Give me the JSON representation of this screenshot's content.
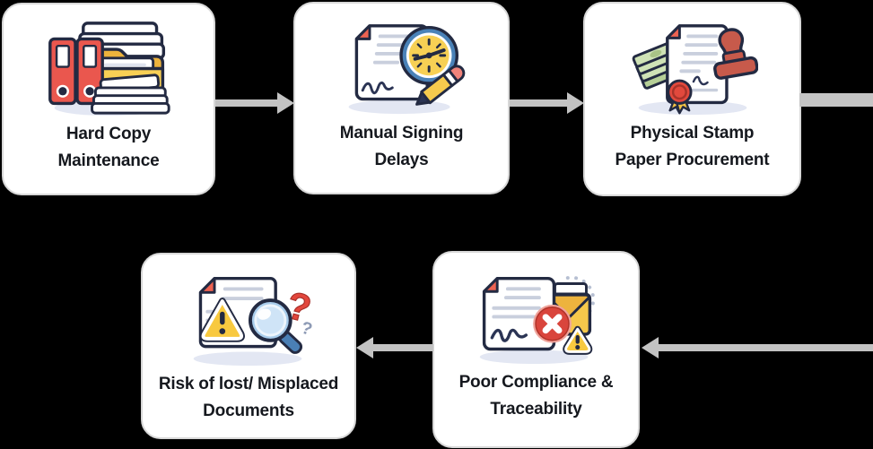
{
  "palette": {
    "background": "#000000",
    "card_background": "#ffffff",
    "card_border": "#d8d8d8",
    "connector": "#c3c3c3",
    "label_text": "#15181e",
    "outline_navy": "#232a42",
    "accent_red": "#e8544b",
    "accent_orange_red": "#ee6352",
    "accent_yellow": "#f7cd4f",
    "accent_amber": "#edb33e",
    "accent_blue": "#4a7fb5",
    "accent_green": "#cfe2b6",
    "shadow_lavender": "#e3e7f3"
  },
  "cards": [
    {
      "id": "hard-copy-maintenance",
      "label": "Hard Copy Maintenance",
      "line1": "Hard Copy",
      "line2": "Maintenance",
      "icon": "binders-folder-documents-icon"
    },
    {
      "id": "manual-signing-delays",
      "label": "Manual Signing Delays",
      "line1": "Manual Signing",
      "line2": "Delays",
      "icon": "document-clock-pencil-icon"
    },
    {
      "id": "physical-stamp-paper-procurement",
      "label": "Physical Stamp Paper Procurement",
      "line1": "Physical Stamp",
      "line2": "Paper Procurement",
      "icon": "money-document-stamp-seal-icon"
    },
    {
      "id": "risk-of-lost-misplaced-documents",
      "label": "Risk of lost/ Misplaced Documents",
      "line1": "Risk of lost/ Misplaced",
      "line2": "Documents",
      "icon": "document-warning-magnifier-question-icon"
    },
    {
      "id": "poor-compliance-traceability",
      "label": "Poor Compliance & Traceability",
      "line1": "Poor Compliance &",
      "line2": "Traceability",
      "icon": "document-error-envelope-warning-icon"
    }
  ],
  "connectors": [
    {
      "from": "hard-copy-maintenance",
      "to": "manual-signing-delays",
      "direction": "right"
    },
    {
      "from": "manual-signing-delays",
      "to": "physical-stamp-paper-procurement",
      "direction": "right"
    },
    {
      "from": "physical-stamp-paper-procurement",
      "to": "right-edge",
      "direction": "right"
    },
    {
      "from": "right-edge",
      "to": "poor-compliance-traceability",
      "direction": "left"
    },
    {
      "from": "poor-compliance-traceability",
      "to": "risk-of-lost-misplaced-documents",
      "direction": "left"
    }
  ]
}
